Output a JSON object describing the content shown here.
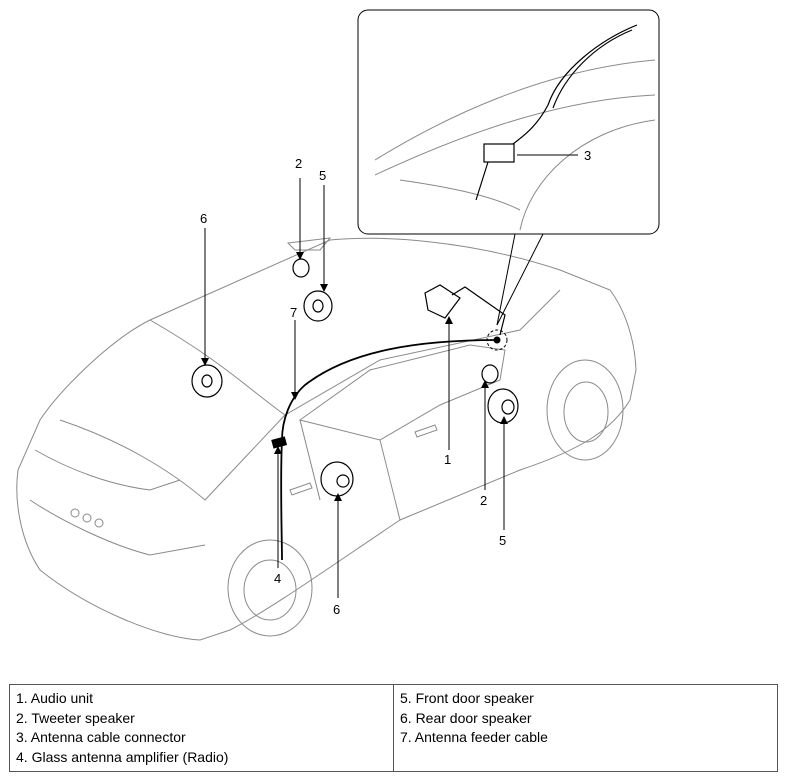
{
  "callouts": {
    "c1": "1",
    "c2_top": "2",
    "c2_bottom": "2",
    "c3": "3",
    "c4": "4",
    "c5_top": "5",
    "c5_bottom": "5",
    "c6_top": "6",
    "c6_bottom": "6",
    "c7": "7"
  },
  "legend": {
    "left": [
      "1. Audio unit",
      "2. Tweeter speaker",
      "3. Antenna cable connector",
      "4. Glass antenna amplifier (Radio)"
    ],
    "right": [
      "5. Front door speaker",
      "6. Rear door speaker",
      "7. Antenna feeder cable"
    ]
  }
}
